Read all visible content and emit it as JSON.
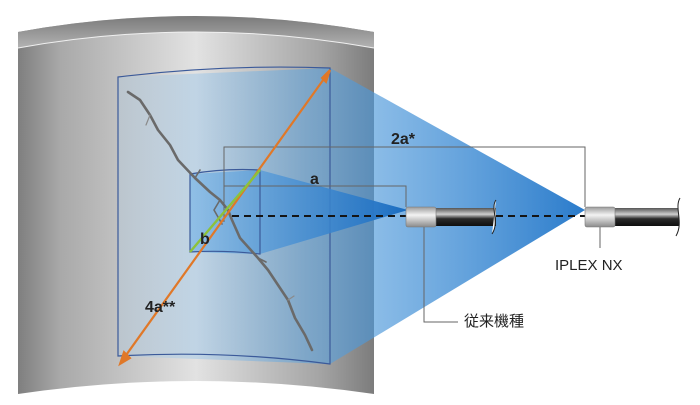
{
  "labels": {
    "fov_new": "2a*",
    "fov_old": "a",
    "arrow_old": "b",
    "arrow_new": "4a**",
    "product_new": "IPLEX NX",
    "product_old": "従来機種"
  },
  "colors": {
    "frame": "#3b5a9a",
    "diagonal_large": "#e07828",
    "diagonal_small": "#8dc23a",
    "beam": "#2f86d6",
    "crack": "#555555",
    "leader": "#666666"
  }
}
